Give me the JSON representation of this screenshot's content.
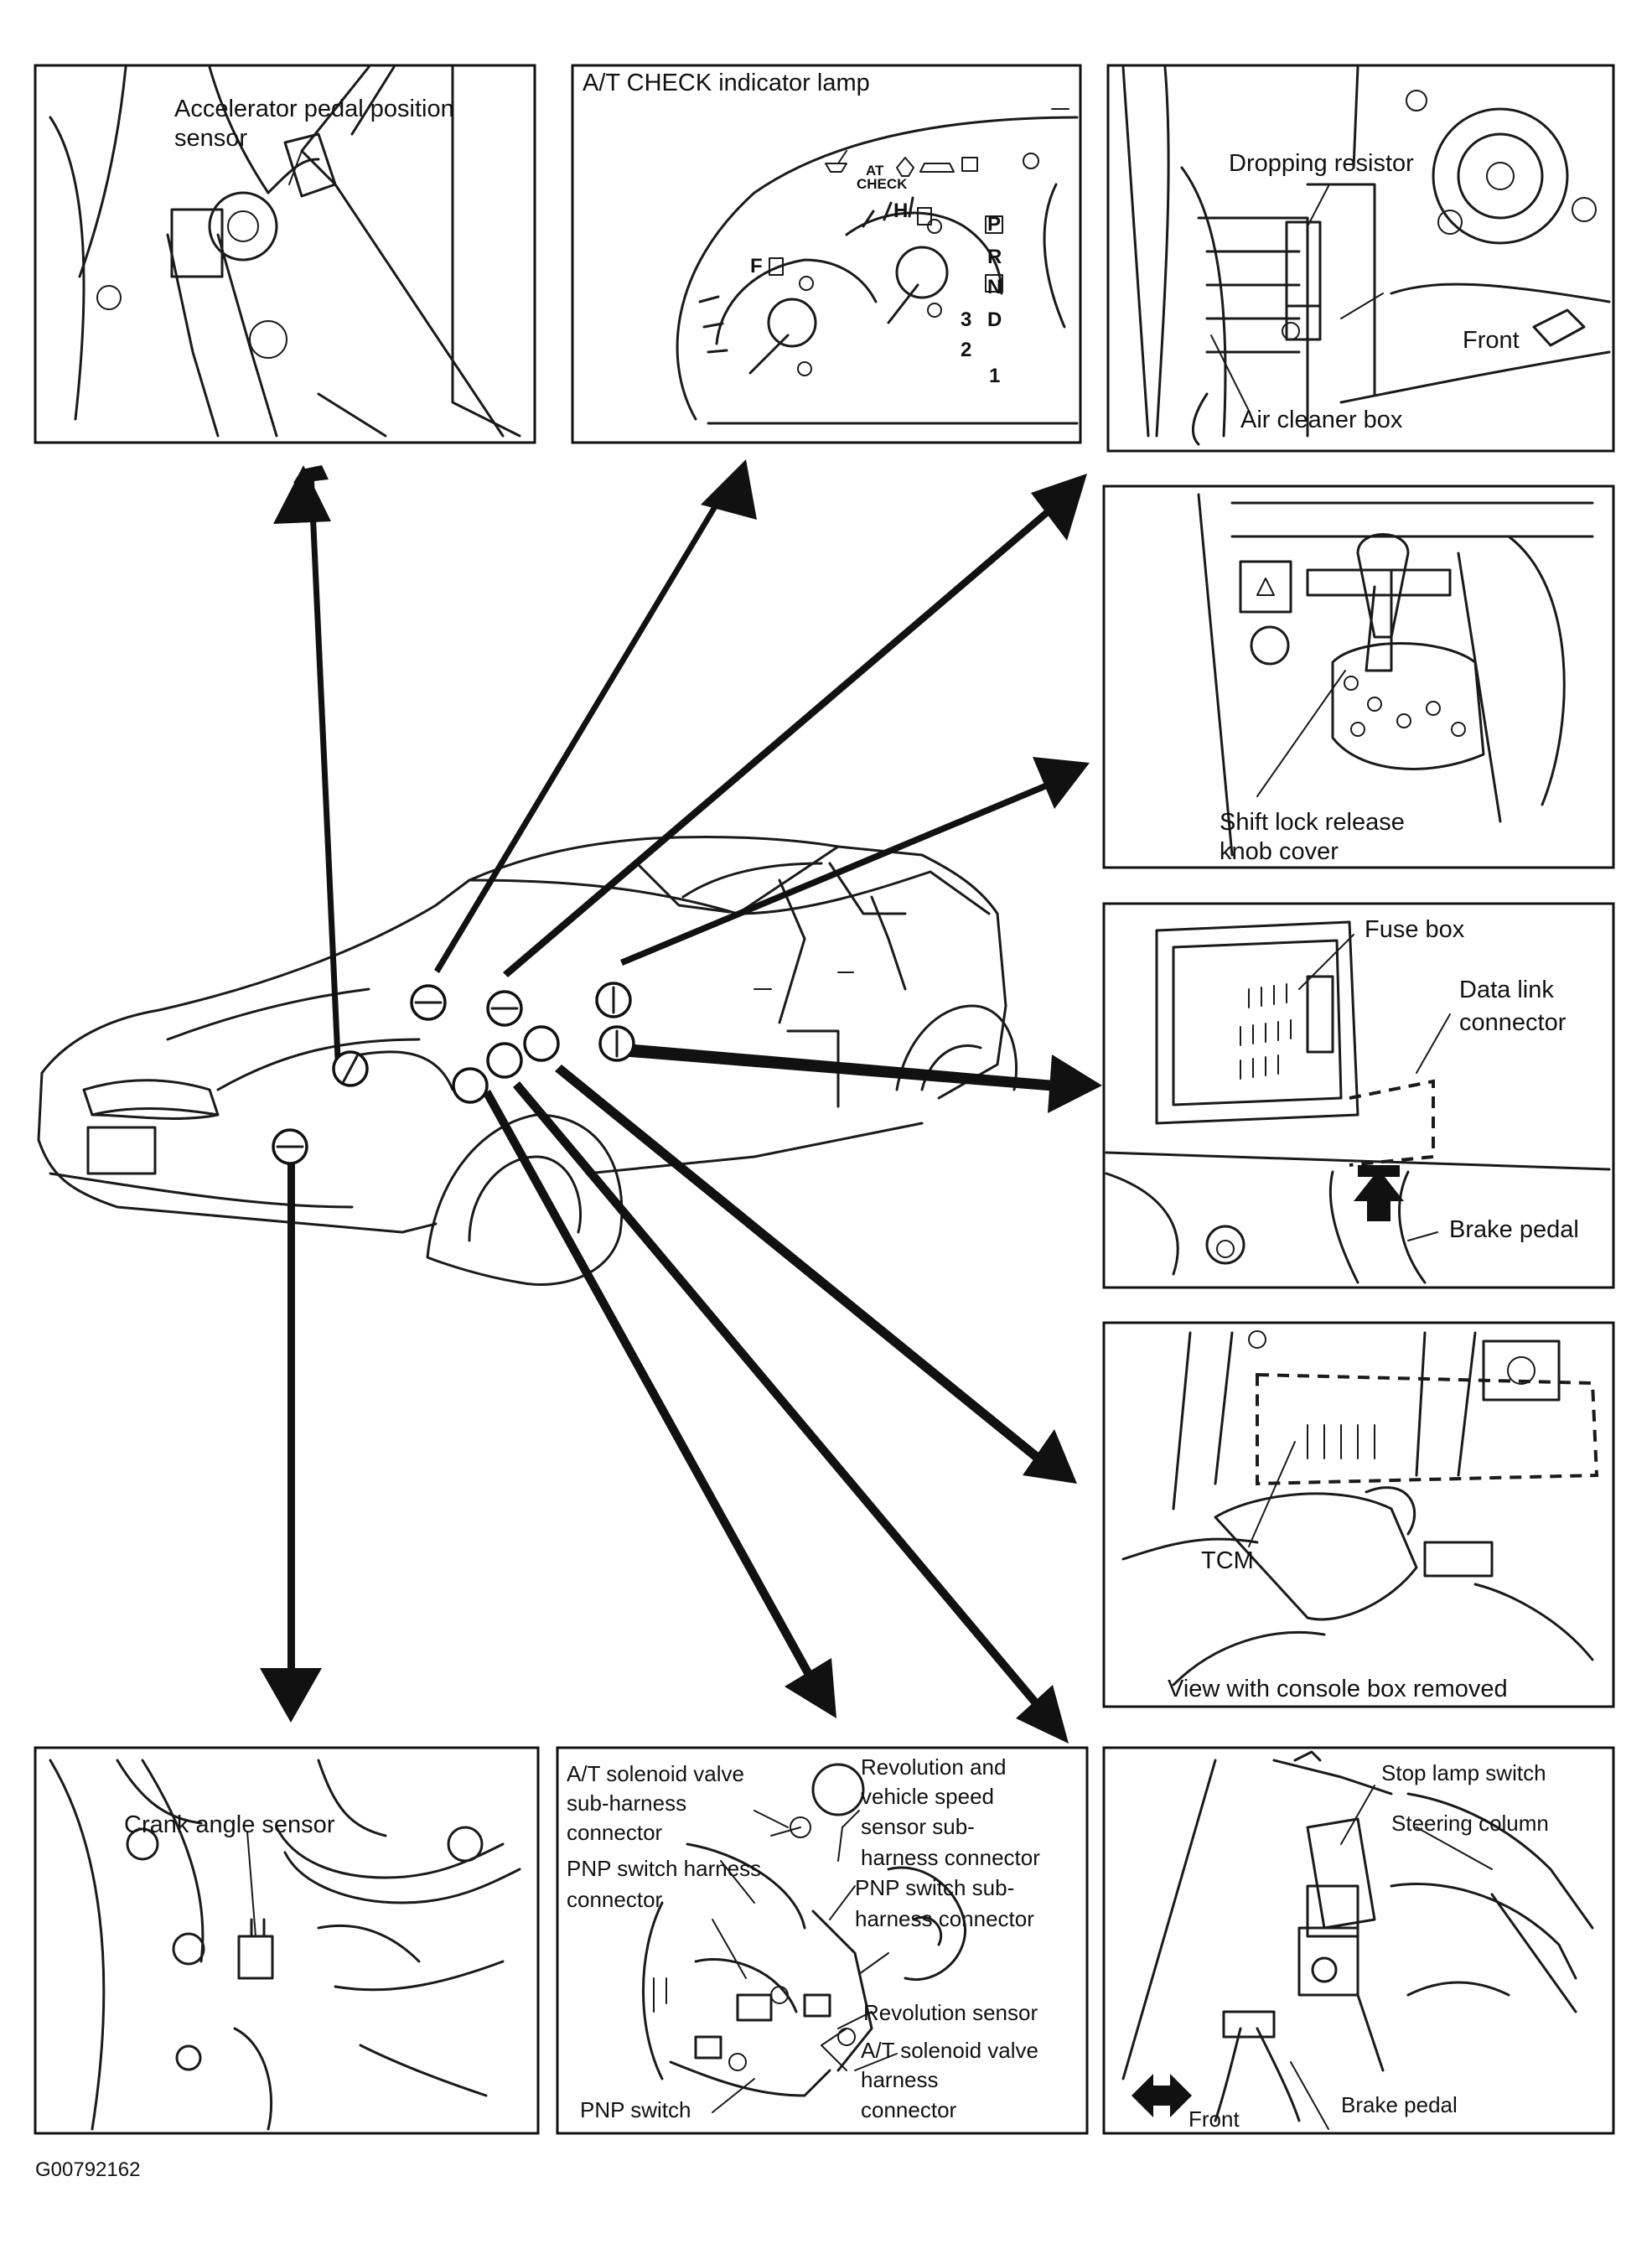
{
  "figure_id": "G00792162",
  "panels": {
    "accelerator": {
      "label_line1": "Accelerator pedal position",
      "label_line2": "sensor"
    },
    "cluster": {
      "title": "A/T CHECK indicator lamp",
      "check_line1": "AT",
      "check_line2": "CHECK",
      "gauge_fuel": "F",
      "gauge_temp": "H",
      "gears": [
        "P",
        "R",
        "N",
        "D",
        "3",
        "2",
        "1"
      ]
    },
    "dropping": {
      "label": "Dropping resistor",
      "front": "Front",
      "air_cleaner": "Air cleaner box"
    },
    "shift_lock": {
      "line1": "Shift lock release",
      "line2": "knob cover"
    },
    "fuse": {
      "fuse_box": "Fuse box",
      "dlc_line1": "Data link",
      "dlc_line2": "connector",
      "brake": "Brake pedal"
    },
    "tcm": {
      "tcm": "TCM",
      "caption": "View with console box removed"
    },
    "crank": {
      "label": "Crank angle sensor"
    },
    "transmission": {
      "sol_sub_1": "A/T solenoid valve",
      "sol_sub_2": "sub-harness",
      "sol_sub_3": "connector",
      "rev_1": "Revolution and",
      "rev_2": "vehicle speed",
      "rev_3": "sensor sub-",
      "rev_4": "harness connector",
      "pnp_h_1": "PNP switch harness",
      "pnp_h_2": "connector",
      "pnp_sub_1": "PNP switch sub-",
      "pnp_sub_2": "harness connector",
      "rev_sensor": "Revolution sensor",
      "sol_h_1": "A/T solenoid valve",
      "sol_h_2": "harness",
      "sol_h_3": "connector",
      "pnp_switch": "PNP switch"
    },
    "stop_lamp": {
      "stop": "Stop lamp switch",
      "steering": "Steering column",
      "front": "Front",
      "brake": "Brake pedal"
    }
  }
}
